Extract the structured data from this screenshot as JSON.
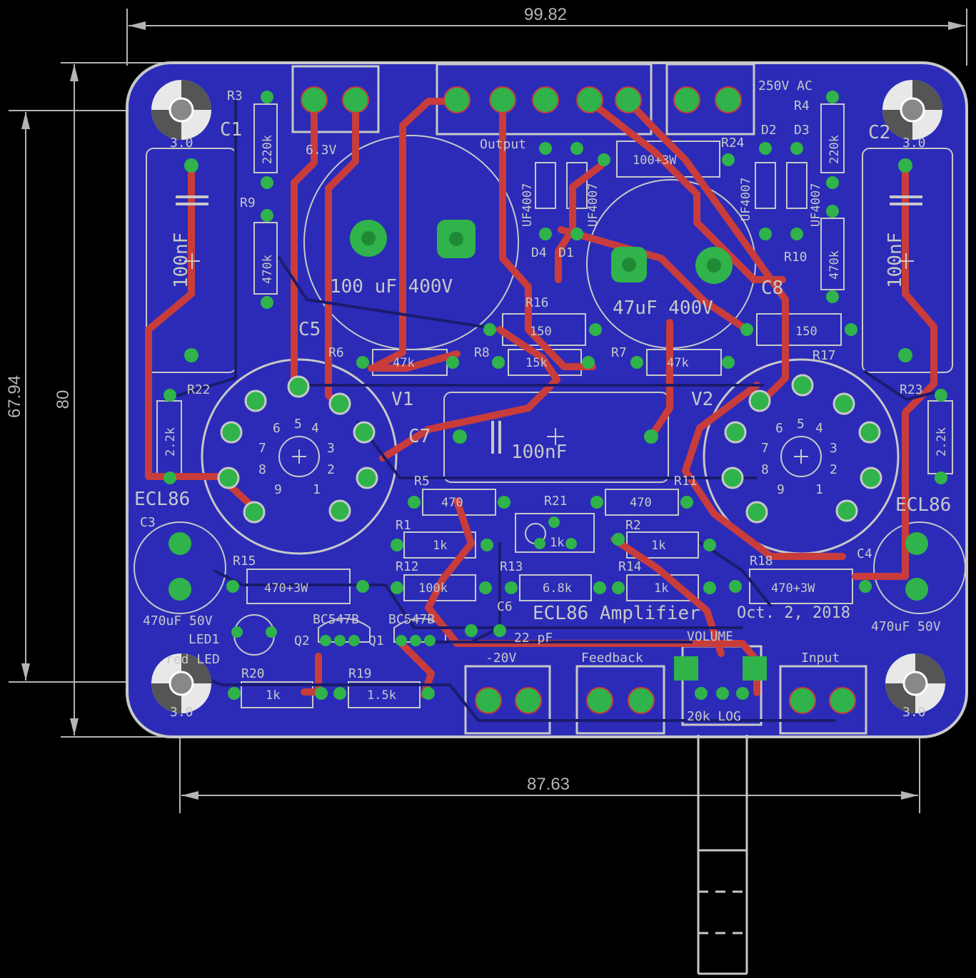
{
  "colors": {
    "background": "#000000",
    "board": "#2b2bb8",
    "outline": "#c8c8c8",
    "silk": "#c8c8c8",
    "trace": "#c83c3c",
    "pad": "#2fb34a",
    "pad_hole": "#1f8a35",
    "hole_ring": "#e0e0e0"
  },
  "dimensions": {
    "top_width": "99.82",
    "bottom_width": "87.63",
    "height_outer": "80",
    "height_inner": "67.94"
  },
  "mounting_holes": [
    "3.0",
    "3.0",
    "3.0",
    "3.0"
  ],
  "parts": {
    "r3": "R3",
    "r3_val": "220k",
    "r4": "R4",
    "r4_val": "220k",
    "r9": "R9",
    "r9_val": "470k",
    "r10": "R10",
    "r10_val": "470k",
    "c1": "C1",
    "c1_val": "100nF",
    "c2": "C2",
    "c2_val": "100nF",
    "c5": "C5",
    "c5_val": "100 uF 400V",
    "c8": "C8",
    "c8_val": "47uF 400V",
    "c7": "C7",
    "c7_val": "100nF",
    "c3": "C3",
    "c3_val": "470uF 50V",
    "c4": "C4",
    "c4_val": "470uF 50V",
    "c6": "C6",
    "c6_val": "22 pF",
    "r24": "R24",
    "r24_val": "100+3W",
    "d1": "D1",
    "d2": "D2",
    "d3": "D3",
    "d4": "D4",
    "diode_val": "UF4007",
    "r16": "R16",
    "r16_val": "150",
    "r17": "R17",
    "r17_val": "150",
    "r6": "R6",
    "r6_val": "47k",
    "r7": "R7",
    "r7_val": "47k",
    "r8": "R8",
    "r8_val": "15k",
    "v1": "V1",
    "v2": "V2",
    "tube_val": "ECL86",
    "r22": "R22",
    "r22_val": "2.2k",
    "r23": "R23",
    "r23_val": "2.2k",
    "r5": "R5",
    "r5_val": "470",
    "r11": "R11",
    "r11_val": "470",
    "r21": "R21",
    "r21_val": "1k",
    "r1": "R1",
    "r1_val": "1k",
    "r2": "R2",
    "r2_val": "1k",
    "r15": "R15",
    "r15_val": "470+3W",
    "r18": "R18",
    "r18_val": "470+3W",
    "r12": "R12",
    "r12_val": "100k",
    "r13": "R13",
    "r13_val": "6.8k",
    "r14": "R14",
    "r14_val": "1k",
    "q1": "Q1",
    "q2": "Q2",
    "q_val": "BC547B",
    "led": "LED1",
    "led_val": "red LED",
    "r20": "R20",
    "r20_val": "1k",
    "r19": "R19",
    "r19_val": "1.5k",
    "pot_label": "VOLUME",
    "pot_val": "20k LOG"
  },
  "tube_pins": [
    "1",
    "2",
    "3",
    "4",
    "5",
    "6",
    "7",
    "8",
    "9"
  ],
  "connectors": {
    "heater": "6.3V",
    "output": "Output",
    "mains": "250V AC",
    "minus20": "-20V",
    "feedback": "Feedback",
    "input": "Input"
  },
  "board_title": "ECL86 Amplifier",
  "board_date": "Oct. 2, 2018"
}
